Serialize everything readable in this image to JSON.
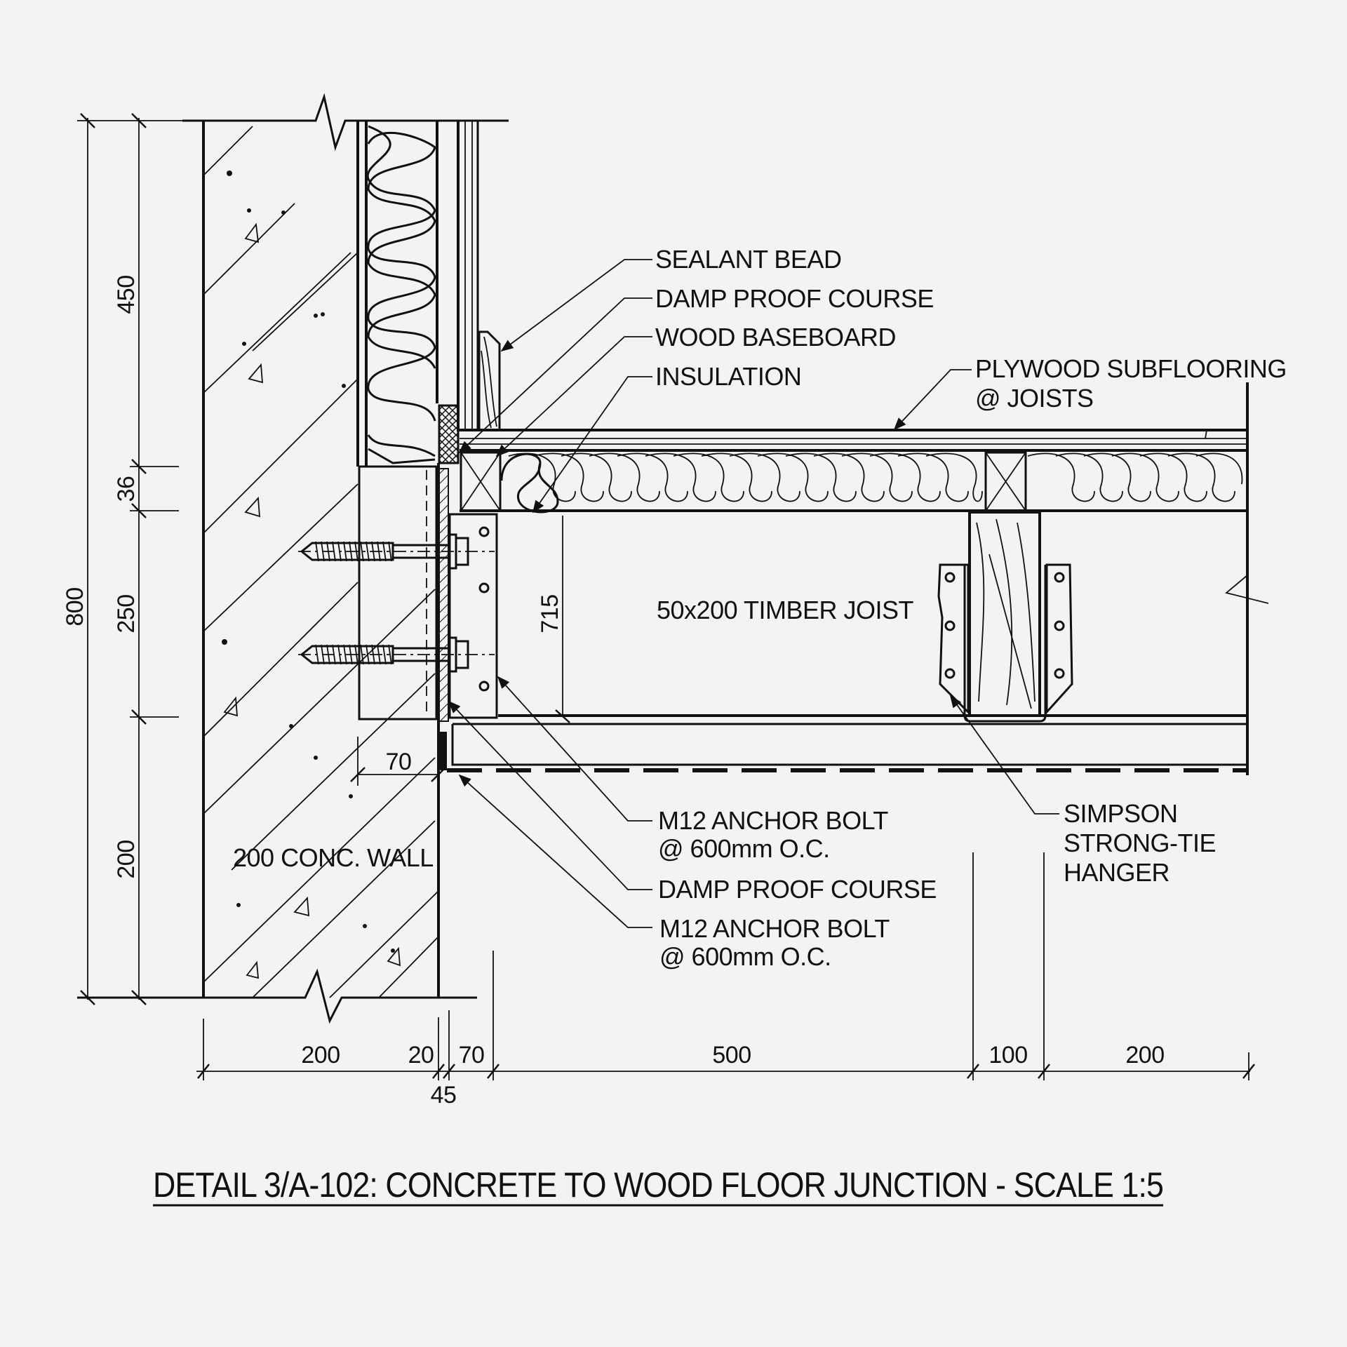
{
  "title": "DETAIL 3/A-102: CONCRETE TO WOOD FLOOR JUNCTION - SCALE 1:5",
  "labels": {
    "sealant_bead": "SEALANT BEAD",
    "damp_proof_course_top": "DAMP PROOF COURSE",
    "wood_baseboard": "WOOD BASEBOARD",
    "insulation": "INSULATION",
    "plywood_line1": "PLYWOOD SUBFLOORING",
    "plywood_line2": "@  JOISTS",
    "timber_joist": "50x200 TIMBER JOIST",
    "concrete_wall": "200 CONC. WALL",
    "anchor_bolt_1_line1": "M12 ANCHOR BOLT",
    "anchor_bolt_1_line2": "@ 600mm O.C.",
    "damp_proof_course_bottom": "DAMP PROOF COURSE",
    "anchor_bolt_2_line1": "M12 ANCHOR BOLT",
    "anchor_bolt_2_line2": "@ 600mm O.C.",
    "hanger_line1": "SIMPSON",
    "hanger_line2": "STRONG-TIE",
    "hanger_line3": "HANGER"
  },
  "dimensions": {
    "vertical_left": {
      "overall": "800",
      "segments": [
        "450",
        "36",
        "250",
        "200"
      ]
    },
    "joist_height": "715",
    "ledger_offset": "70",
    "horizontal_bottom": {
      "segments": [
        "200",
        "20",
        "70",
        "500",
        "100",
        "200"
      ],
      "small_below": "45"
    }
  }
}
